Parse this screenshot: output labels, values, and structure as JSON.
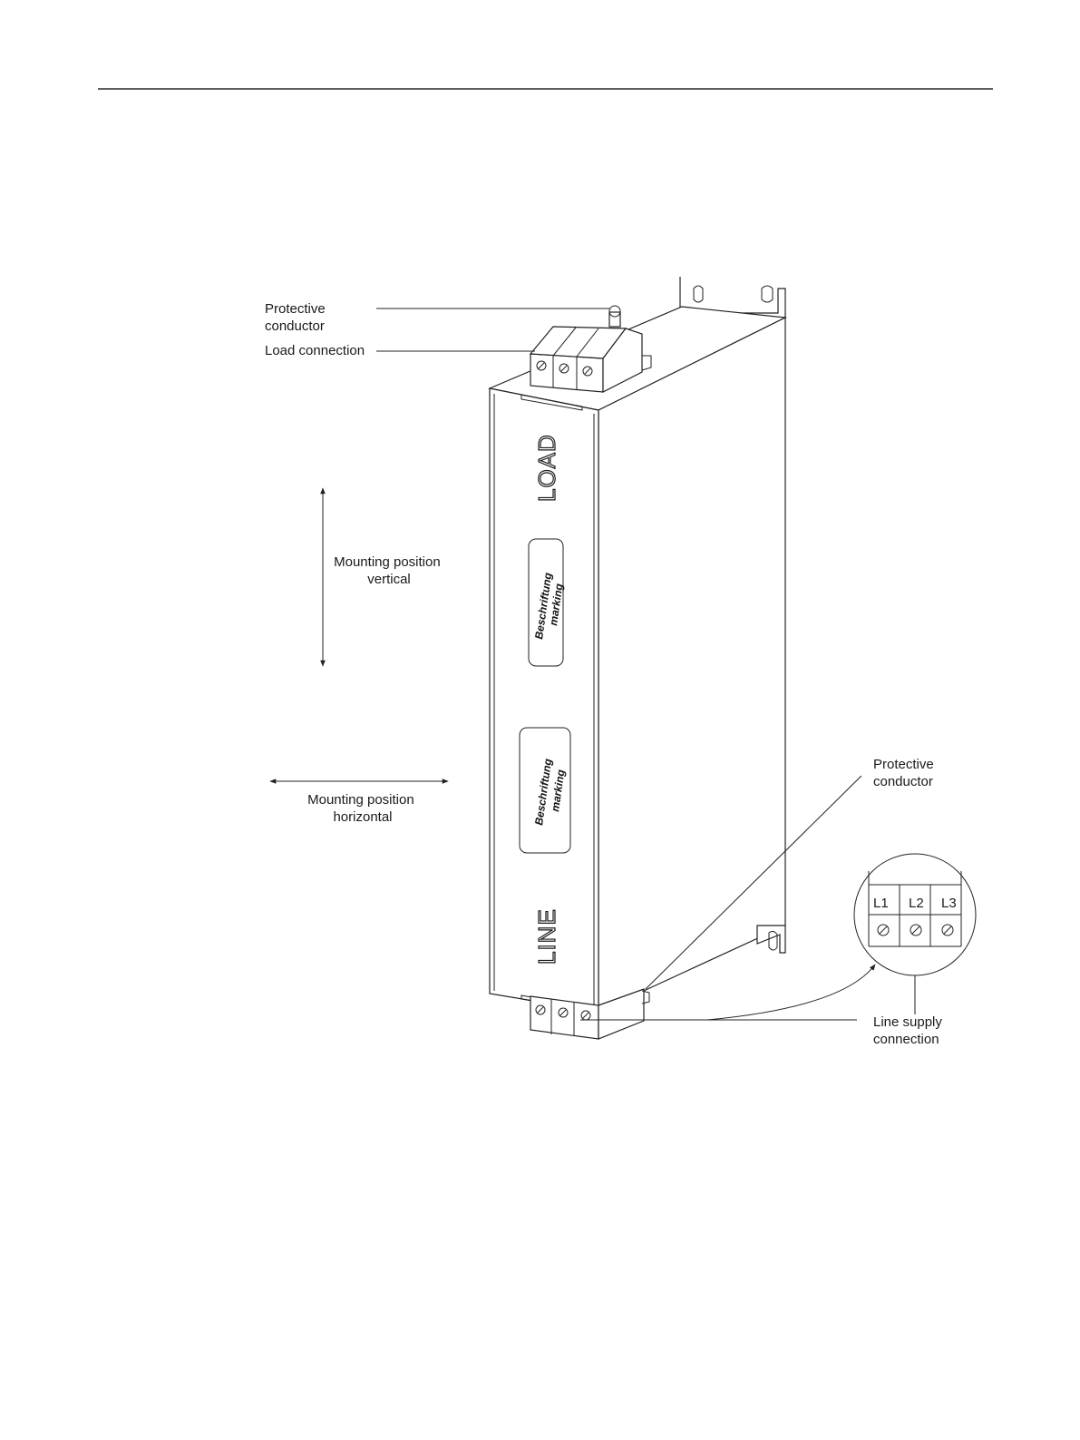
{
  "labels": {
    "protective_conductor_top": [
      "Protective",
      "conductor"
    ],
    "load_connection": "Load connection",
    "mounting_vertical": [
      "Mounting position",
      "vertical"
    ],
    "mounting_horizontal": [
      "Mounting position",
      "horizontal"
    ],
    "protective_conductor_bottom": [
      "Protective",
      "conductor"
    ],
    "line_supply_connection": [
      "Line supply",
      "connection"
    ],
    "load": "LOAD",
    "line": "LINE",
    "marking_upper": [
      "Beschriftung",
      "marking"
    ],
    "marking_lower": [
      "Beschriftung",
      "marking"
    ],
    "terminals": [
      "L1",
      "L2",
      "L3"
    ]
  }
}
